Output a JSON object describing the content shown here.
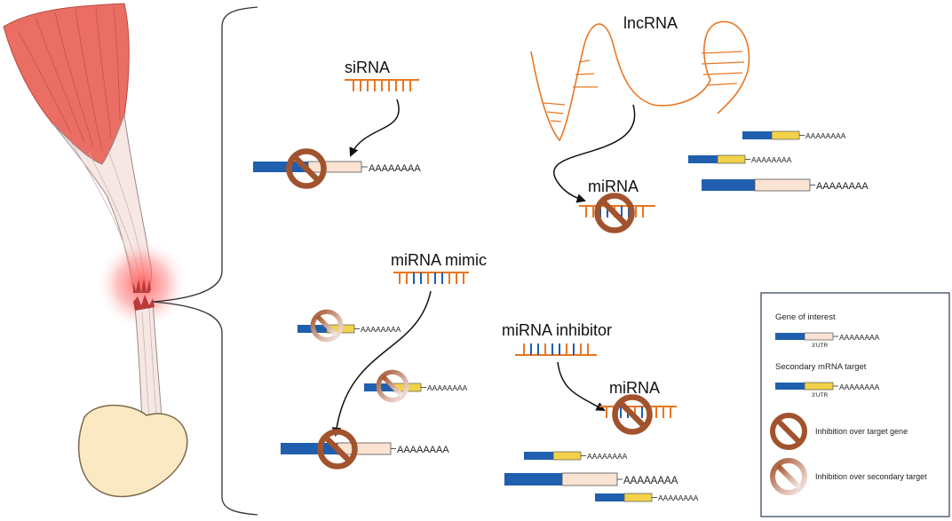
{
  "labels": {
    "sirna": "siRNA",
    "lncrna": "lncRNA",
    "mirna_top": "miRNA",
    "mirna_mimic": "miRNA mimic",
    "mirna_inhibitor": "miRNA inhibitor",
    "mirna_bottom": "miRNA"
  },
  "poly_a": "AAAAAAAA",
  "legend": {
    "gene_of_interest": "Gene of interest",
    "utr_label": "3'UTR",
    "secondary_target": "Secondary mRNA target",
    "inhibition_target": "Inhibition over target gene",
    "inhibition_secondary": "Inhibition over secondary target"
  },
  "colors": {
    "rna_orange": "#e87722",
    "blue": "#1f5fae",
    "yellow": "#f2d24a",
    "peach": "#fbe3d4",
    "inhibit_brown": "#a1532d",
    "muscle_red": "#ea6e64",
    "tendon": "#f6e7e4",
    "bone": "#fbe9c3"
  }
}
